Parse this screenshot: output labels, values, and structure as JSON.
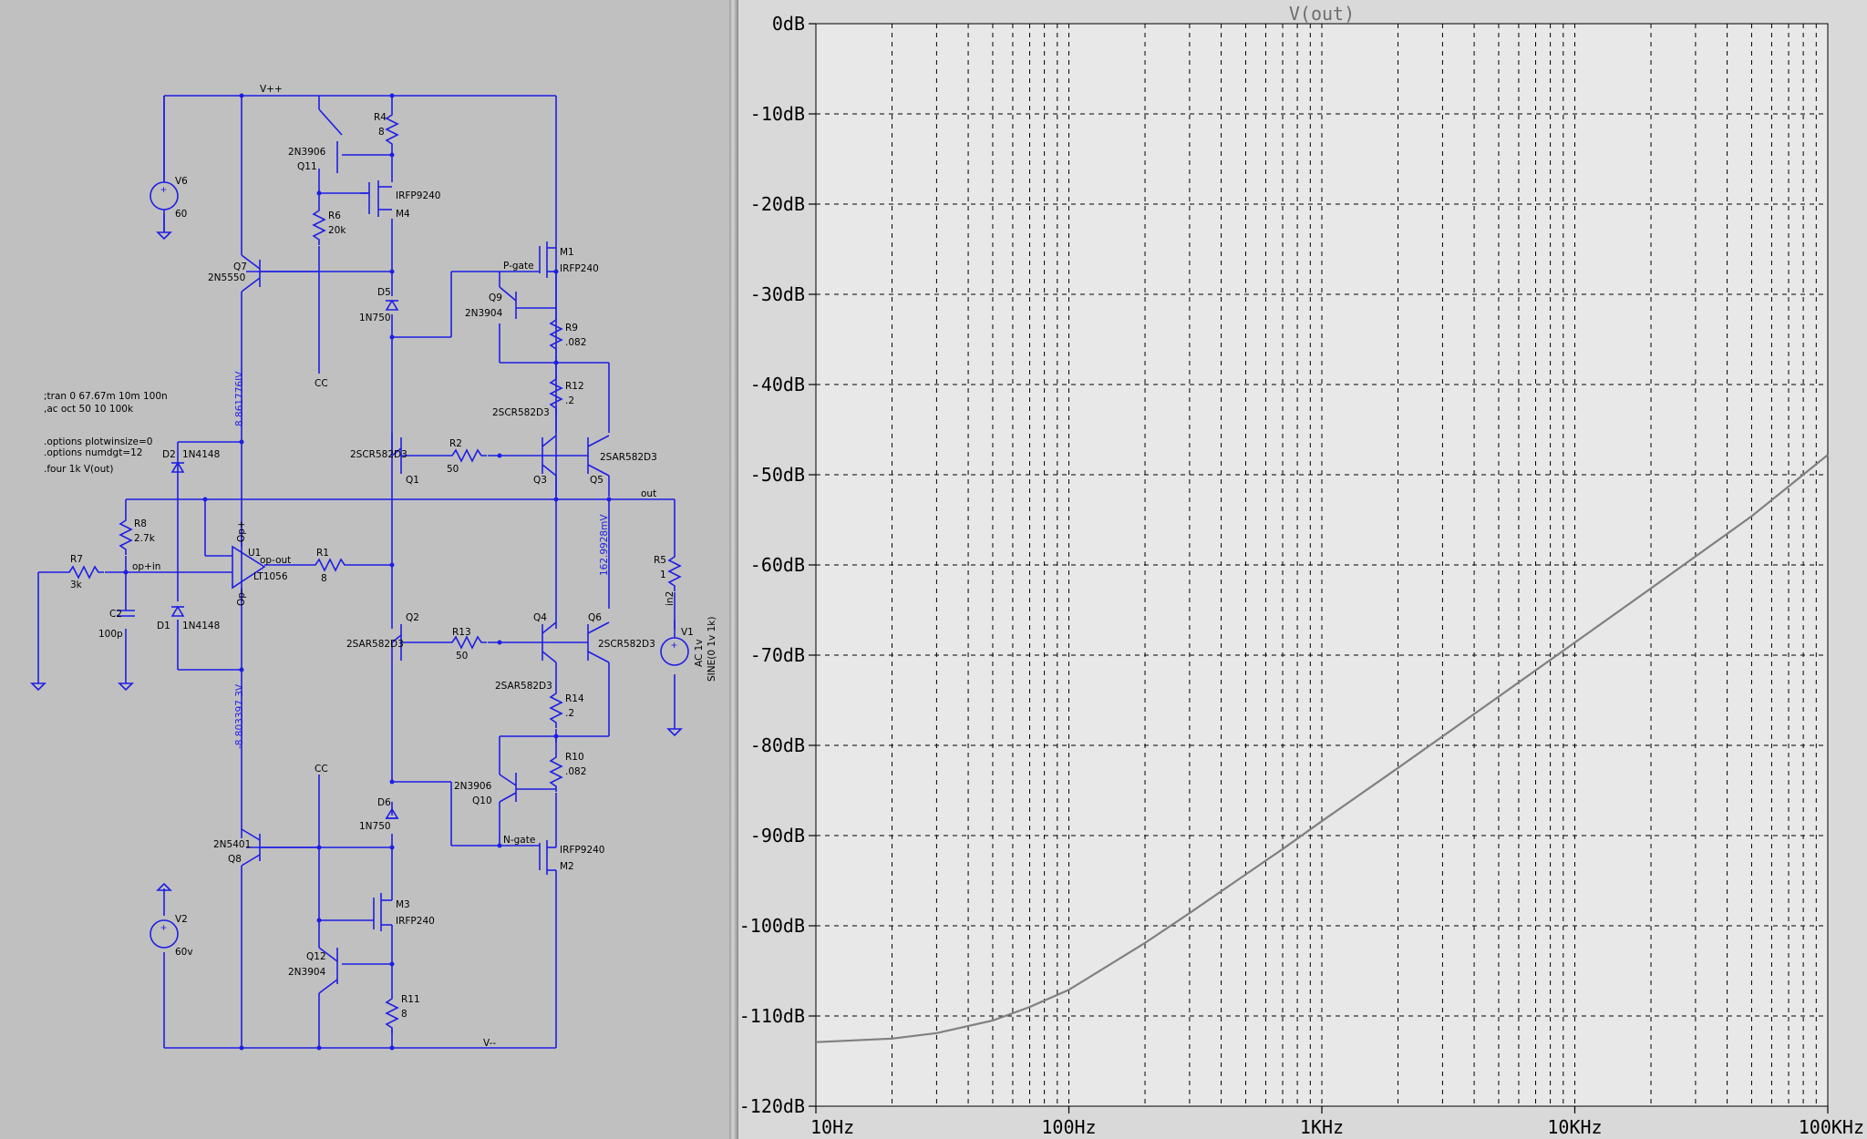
{
  "schematic": {
    "wire_color": "#1e1ee6",
    "background": "#c0c0c0",
    "nets": {
      "vpos": "V++",
      "vneg": "V--",
      "out": "out",
      "opin": "op+in",
      "opout": "op-out",
      "opplus": "Op+",
      "opminus": "Op-",
      "pgate": "P-gate",
      "ngate": "N-gate",
      "cc_top": "CC",
      "cc_bot": "CC",
      "in2": "in2"
    },
    "sources": {
      "v6": {
        "name": "V6",
        "value": "60"
      },
      "v2": {
        "name": "V2",
        "value": "60v"
      },
      "v1": {
        "name": "V1",
        "line1": "AC 1v",
        "line2": "SINE(0 1v 1k)"
      }
    },
    "resistors": {
      "r4": {
        "name": "R4",
        "value": "8"
      },
      "r6": {
        "name": "R6",
        "value": "20k"
      },
      "r9": {
        "name": "R9",
        "value": ".082"
      },
      "r12": {
        "name": "R12",
        "value": ".2"
      },
      "r2": {
        "name": "R2",
        "value": "50"
      },
      "r8": {
        "name": "R8",
        "value": "2.7k"
      },
      "r7": {
        "name": "R7",
        "value": "3k"
      },
      "r1": {
        "name": "R1",
        "value": "8"
      },
      "r5": {
        "name": "R5",
        "value": "1"
      },
      "r13": {
        "name": "R13",
        "value": "50"
      },
      "r14": {
        "name": "R14",
        "value": ".2"
      },
      "r10": {
        "name": "R10",
        "value": ".082"
      },
      "r11": {
        "name": "R11",
        "value": "8"
      }
    },
    "transistors": {
      "q11": {
        "name": "Q11",
        "model": "2N3906"
      },
      "m4": {
        "name": "M4",
        "model": "IRFP9240"
      },
      "q7": {
        "name": "Q7",
        "model": "2N5550"
      },
      "m1": {
        "name": "M1",
        "model": "IRFP240"
      },
      "q9": {
        "name": "Q9",
        "model": "2N3904"
      },
      "q1": {
        "name": "Q1",
        "model": "2SCR582D3"
      },
      "q3": {
        "name": "Q3",
        "model": "2SCR582D3"
      },
      "q5": {
        "name": "Q5",
        "model": "2SAR582D3"
      },
      "q2": {
        "name": "Q2",
        "model": "2SAR582D3"
      },
      "q4": {
        "name": "Q4",
        "model": "2SAR582D3"
      },
      "q6": {
        "name": "Q6",
        "model": "2SCR582D3"
      },
      "q10": {
        "name": "Q10",
        "model": "2N3906"
      },
      "m2": {
        "name": "M2",
        "model": "IRFP9240"
      },
      "q8": {
        "name": "Q8",
        "model": "2N5401"
      },
      "m3": {
        "name": "M3",
        "model": "IRFP240"
      },
      "q12": {
        "name": "Q12",
        "model": "2N3904"
      }
    },
    "diodes": {
      "d5": {
        "name": "D5",
        "model": "1N750"
      },
      "d6": {
        "name": "D6",
        "model": "1N750"
      },
      "d2": {
        "name": "D2",
        "model": "1N4148"
      },
      "d1": {
        "name": "D1",
        "model": "1N4148"
      }
    },
    "capacitor": {
      "name": "C2",
      "value": "100p"
    },
    "opamp": {
      "name": "U1",
      "model": "LT1056"
    },
    "voltage_labels": {
      "top": "8.861776IV",
      "bottom": "-8.803397 3V",
      "out": "162.9928mV"
    },
    "directives": [
      ";tran 0 67.67m 10m 100n",
      ",ac oct 50 10 100k",
      ".options plotwinsize=0",
      ".options numdgt=12",
      ".four 1k V(out)"
    ]
  },
  "plot": {
    "title": "V(out)",
    "trace_color": "#808080",
    "background": "#e8e8e8",
    "y_ticks": [
      "0dB",
      "-10dB",
      "-20dB",
      "-30dB",
      "-40dB",
      "-50dB",
      "-60dB",
      "-70dB",
      "-80dB",
      "-90dB",
      "-100dB",
      "-110dB",
      "-120dB"
    ],
    "x_ticks": [
      "10Hz",
      "100Hz",
      "1KHz",
      "10KHz",
      "100KHz"
    ]
  },
  "chart_data": {
    "type": "line",
    "title": "V(out)",
    "xlabel": "",
    "ylabel": "",
    "x_scale": "log",
    "xlim": [
      10,
      100000
    ],
    "ylim": [
      -120,
      0
    ],
    "grid": true,
    "legend": "none",
    "series": [
      {
        "x": [
          10,
          20,
          30,
          50,
          70,
          100,
          200,
          300,
          500,
          700,
          1000,
          2000,
          5000,
          10000,
          20000,
          50000,
          100000
        ],
        "y": [
          -112.9,
          -112.5,
          -111.9,
          -110.5,
          -109.0,
          -107.1,
          -101.9,
          -98.6,
          -94.3,
          -91.5,
          -88.4,
          -82.5,
          -74.6,
          -68.6,
          -62.6,
          -54.6,
          -47.8
        ]
      }
    ]
  }
}
